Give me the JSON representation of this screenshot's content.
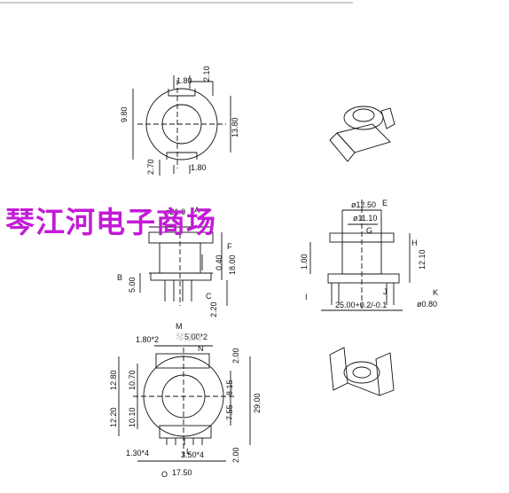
{
  "watermark": "琴江河电子商场",
  "faint_text": "琴江河",
  "view_top": {
    "dims": [
      "1.80",
      "2.10",
      "9.80",
      "13.80",
      "2.70",
      "1.80"
    ]
  },
  "view_side": {
    "dims": [
      "ø21.0",
      "0.40",
      "18.00",
      "5.00",
      "2.20"
    ],
    "markers": [
      "A",
      "F",
      "B",
      "C"
    ]
  },
  "view_profile": {
    "dims": [
      "ø12.50",
      "ø11.10",
      "1.00",
      "12.10",
      "25.00+0.2/-0.1",
      "ø0.80"
    ],
    "markers": [
      "E",
      "G",
      "I",
      "J",
      "H",
      "K"
    ]
  },
  "view_bottom": {
    "dims": [
      "1.80*2",
      "5.00*2",
      "2.00",
      "12.80",
      "10.70",
      "8.15",
      "29.00",
      "12.20",
      "10.10",
      "7.55",
      "1.30*4",
      "3.50*4",
      "2.00",
      "17.50"
    ],
    "markers": [
      "M",
      "N",
      "L",
      "O"
    ]
  },
  "colors": {
    "line": "#111111",
    "watermark": "#c21bd6",
    "frame": "#999999"
  }
}
